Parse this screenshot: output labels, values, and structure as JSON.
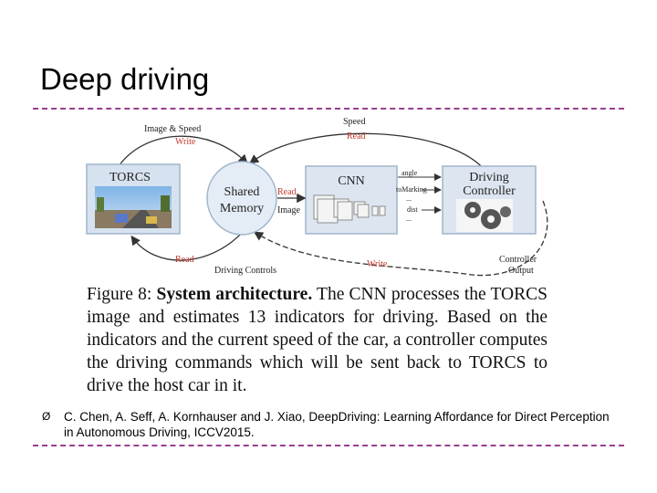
{
  "slide": {
    "title": "Deep driving",
    "accent_color": "#9a3f8e"
  },
  "diagram": {
    "torcs_label": "TORCS",
    "shared_memory_label": [
      "Shared",
      "Memory"
    ],
    "cnn_label": "CNN",
    "controller_label": [
      "Driving",
      "Controller"
    ],
    "image_speed_label": "Image & Speed",
    "write_top": "Write",
    "speed_label": "Speed",
    "read_top": "Read",
    "read_mid": "Read",
    "image_mid": "Image",
    "indicators": [
      "angle",
      "toMarking",
      "...",
      "dist",
      "..."
    ],
    "read_bottom": "Read",
    "driving_controls_label": "Driving Controls",
    "write_bottom": "Write",
    "controller_output_label": [
      "Controller",
      "Output"
    ],
    "label_color_red": "#c0392b"
  },
  "caption": {
    "figure_label": "Figure 8:",
    "bold_part": "System architecture.",
    "text": "The CNN processes the TORCS image and estimates 13 indicators for driving. Based on the indicators and the current speed of the car, a controller computes the driving commands which will be sent back to TORCS to drive the host car in it."
  },
  "reference": {
    "bullet": "Ø",
    "text": "C. Chen, A. Seff, A. Kornhauser and J. Xiao, DeepDriving: Learning Affordance for Direct Perception in Autonomous Driving, ICCV2015."
  }
}
